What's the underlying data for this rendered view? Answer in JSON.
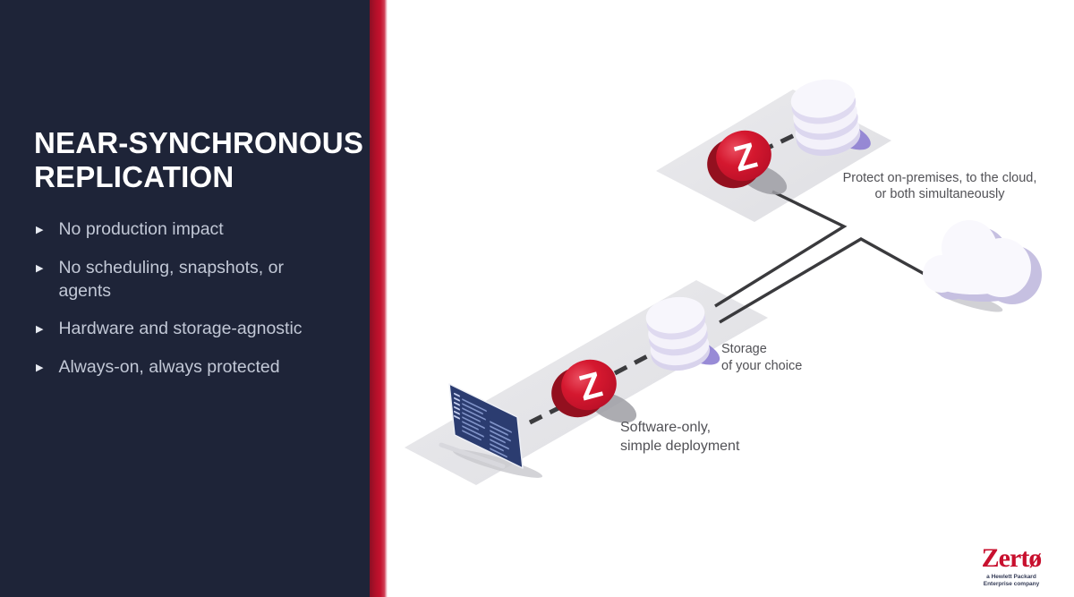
{
  "slide": {
    "title": {
      "line1": "NEAR-SYNCHRONOUS",
      "line2": "REPLICATION"
    },
    "bullets": [
      "No production impact",
      "No scheduling, snapshots, or agents",
      "Hardware and storage-agnostic",
      "Always-on, always protected"
    ]
  },
  "diagram": {
    "z_badge_letter": "Z",
    "labels": {
      "protect_line1": "Protect on-premises, to the cloud,",
      "protect_line2": "or both simultaneously",
      "storage_line1": "Storage",
      "storage_line2": "of your choice",
      "software_line1": "Software-only,",
      "software_line2": "simple deployment"
    }
  },
  "logo": {
    "wordmark": "Zertø",
    "tagline_line1": "a Hewlett Packard",
    "tagline_line2": "Enterprise company"
  },
  "colors": {
    "panel_navy": "#1e2438",
    "accent_red": "#c4122e",
    "zerto_red": "#c8102e",
    "title_white": "#ffffff",
    "bullet_text": "#c2c8d6",
    "platform_gray": "#e4e4e8",
    "label_gray": "#515156",
    "storage_purple": "#8d7ed2",
    "laptop_screen_blue": "#2b3c70",
    "cloud_lavender": "#c6c0e1",
    "connector_dark": "#3a3a3d"
  }
}
